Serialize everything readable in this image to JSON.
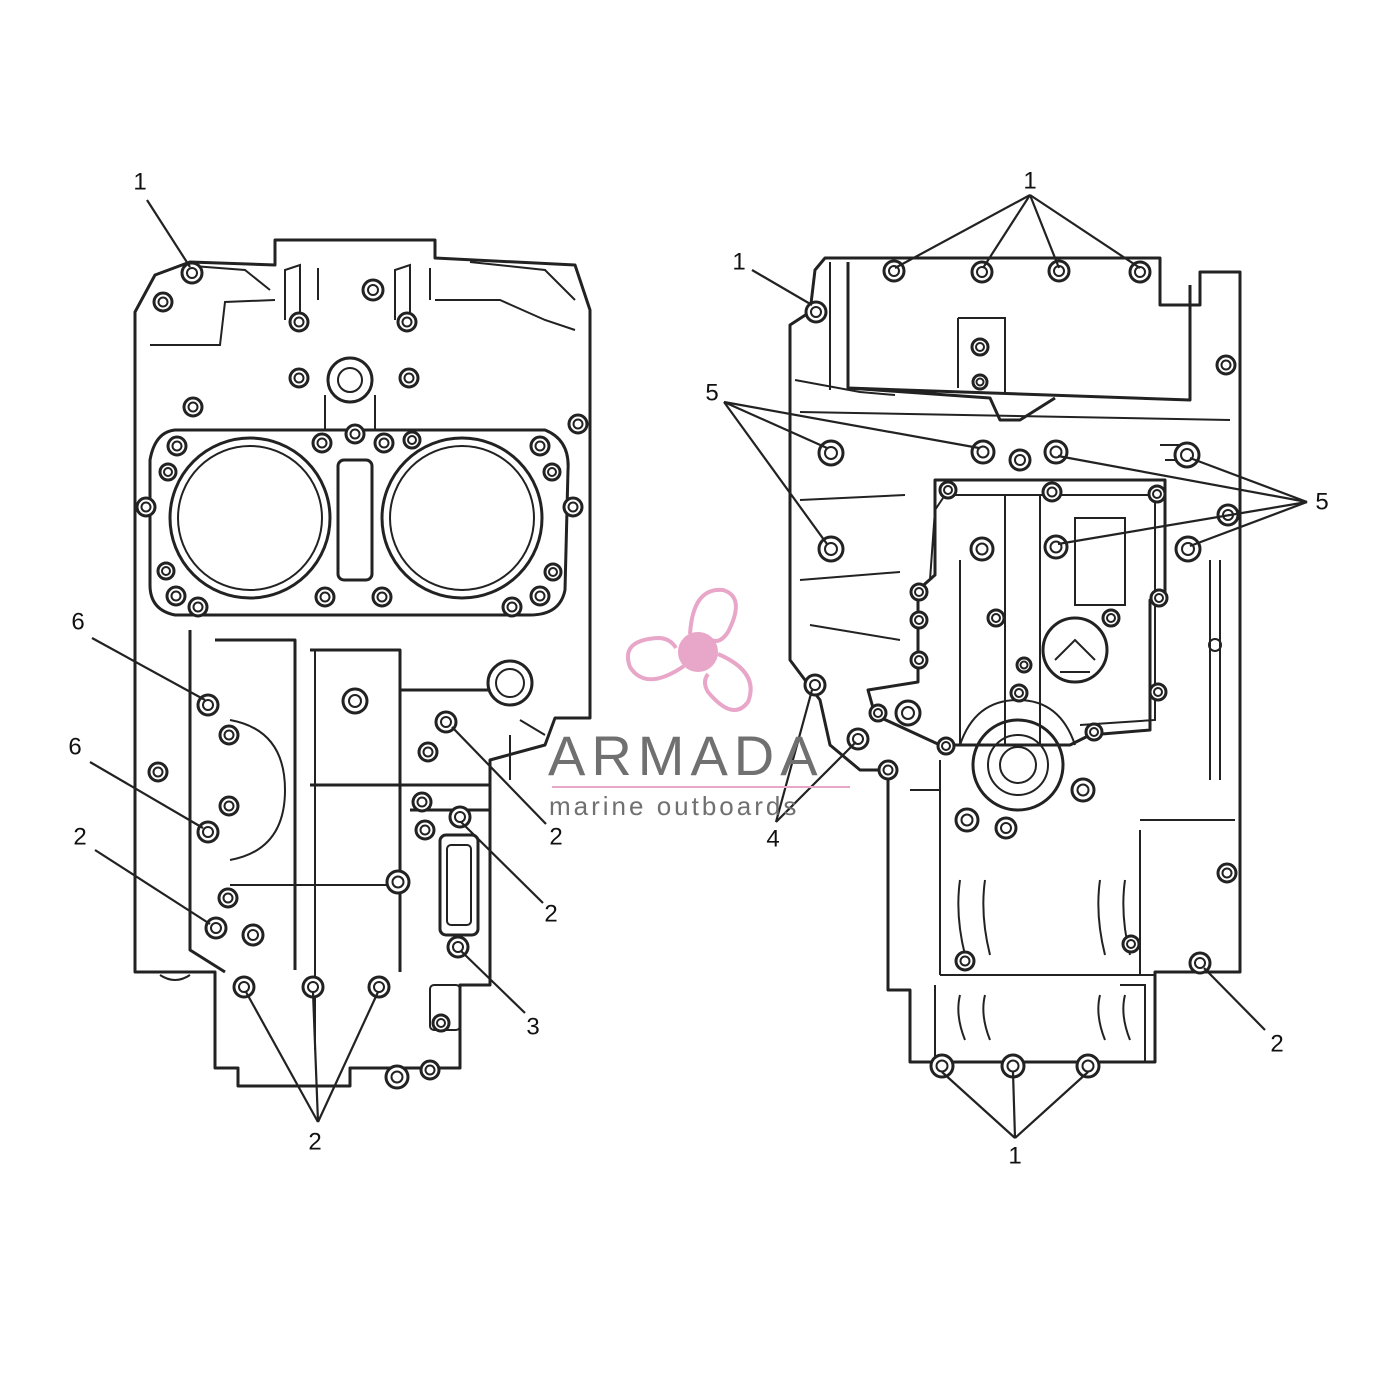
{
  "callout_labels": {
    "left_1": "1",
    "left_6a": "6",
    "left_6b": "6",
    "left_2a": "2",
    "left_2b": "2",
    "left_2c": "2",
    "left_3": "3",
    "left_2bottom": "2",
    "right_1top": "1",
    "right_1left": "1",
    "right_5left": "5",
    "right_5right": "5",
    "right_4": "4",
    "right_2": "2",
    "right_1bottom": "1"
  },
  "watermark": {
    "brand": "ARMADA",
    "tagline": "marine outboards",
    "color": "#e8a6c8"
  }
}
